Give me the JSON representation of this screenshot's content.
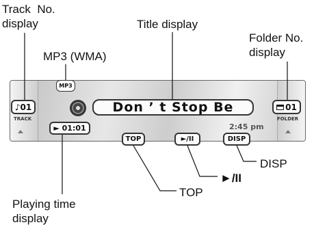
{
  "callouts": {
    "track_no": "Track  No.\ndisplay",
    "title": "Title display",
    "mp3": "MP3 (WMA)",
    "folder_no": "Folder No.\ndisplay",
    "disp": "DISP",
    "play_pause": "►/II",
    "top": "TOP",
    "playing_time": "Playing time\ndisplay"
  },
  "panel": {
    "mp3_badge": "MP3",
    "track_value": "♪01",
    "track_label": "TRACK",
    "title_text": "Don ’ t  Stop  Be",
    "folder_value": "01",
    "folder_label": "FOLDER",
    "time_value": "► 01:01",
    "clock": "2:45 pm",
    "top_button": "TOP",
    "play_button": "►/II",
    "disp_button": "DISP"
  }
}
